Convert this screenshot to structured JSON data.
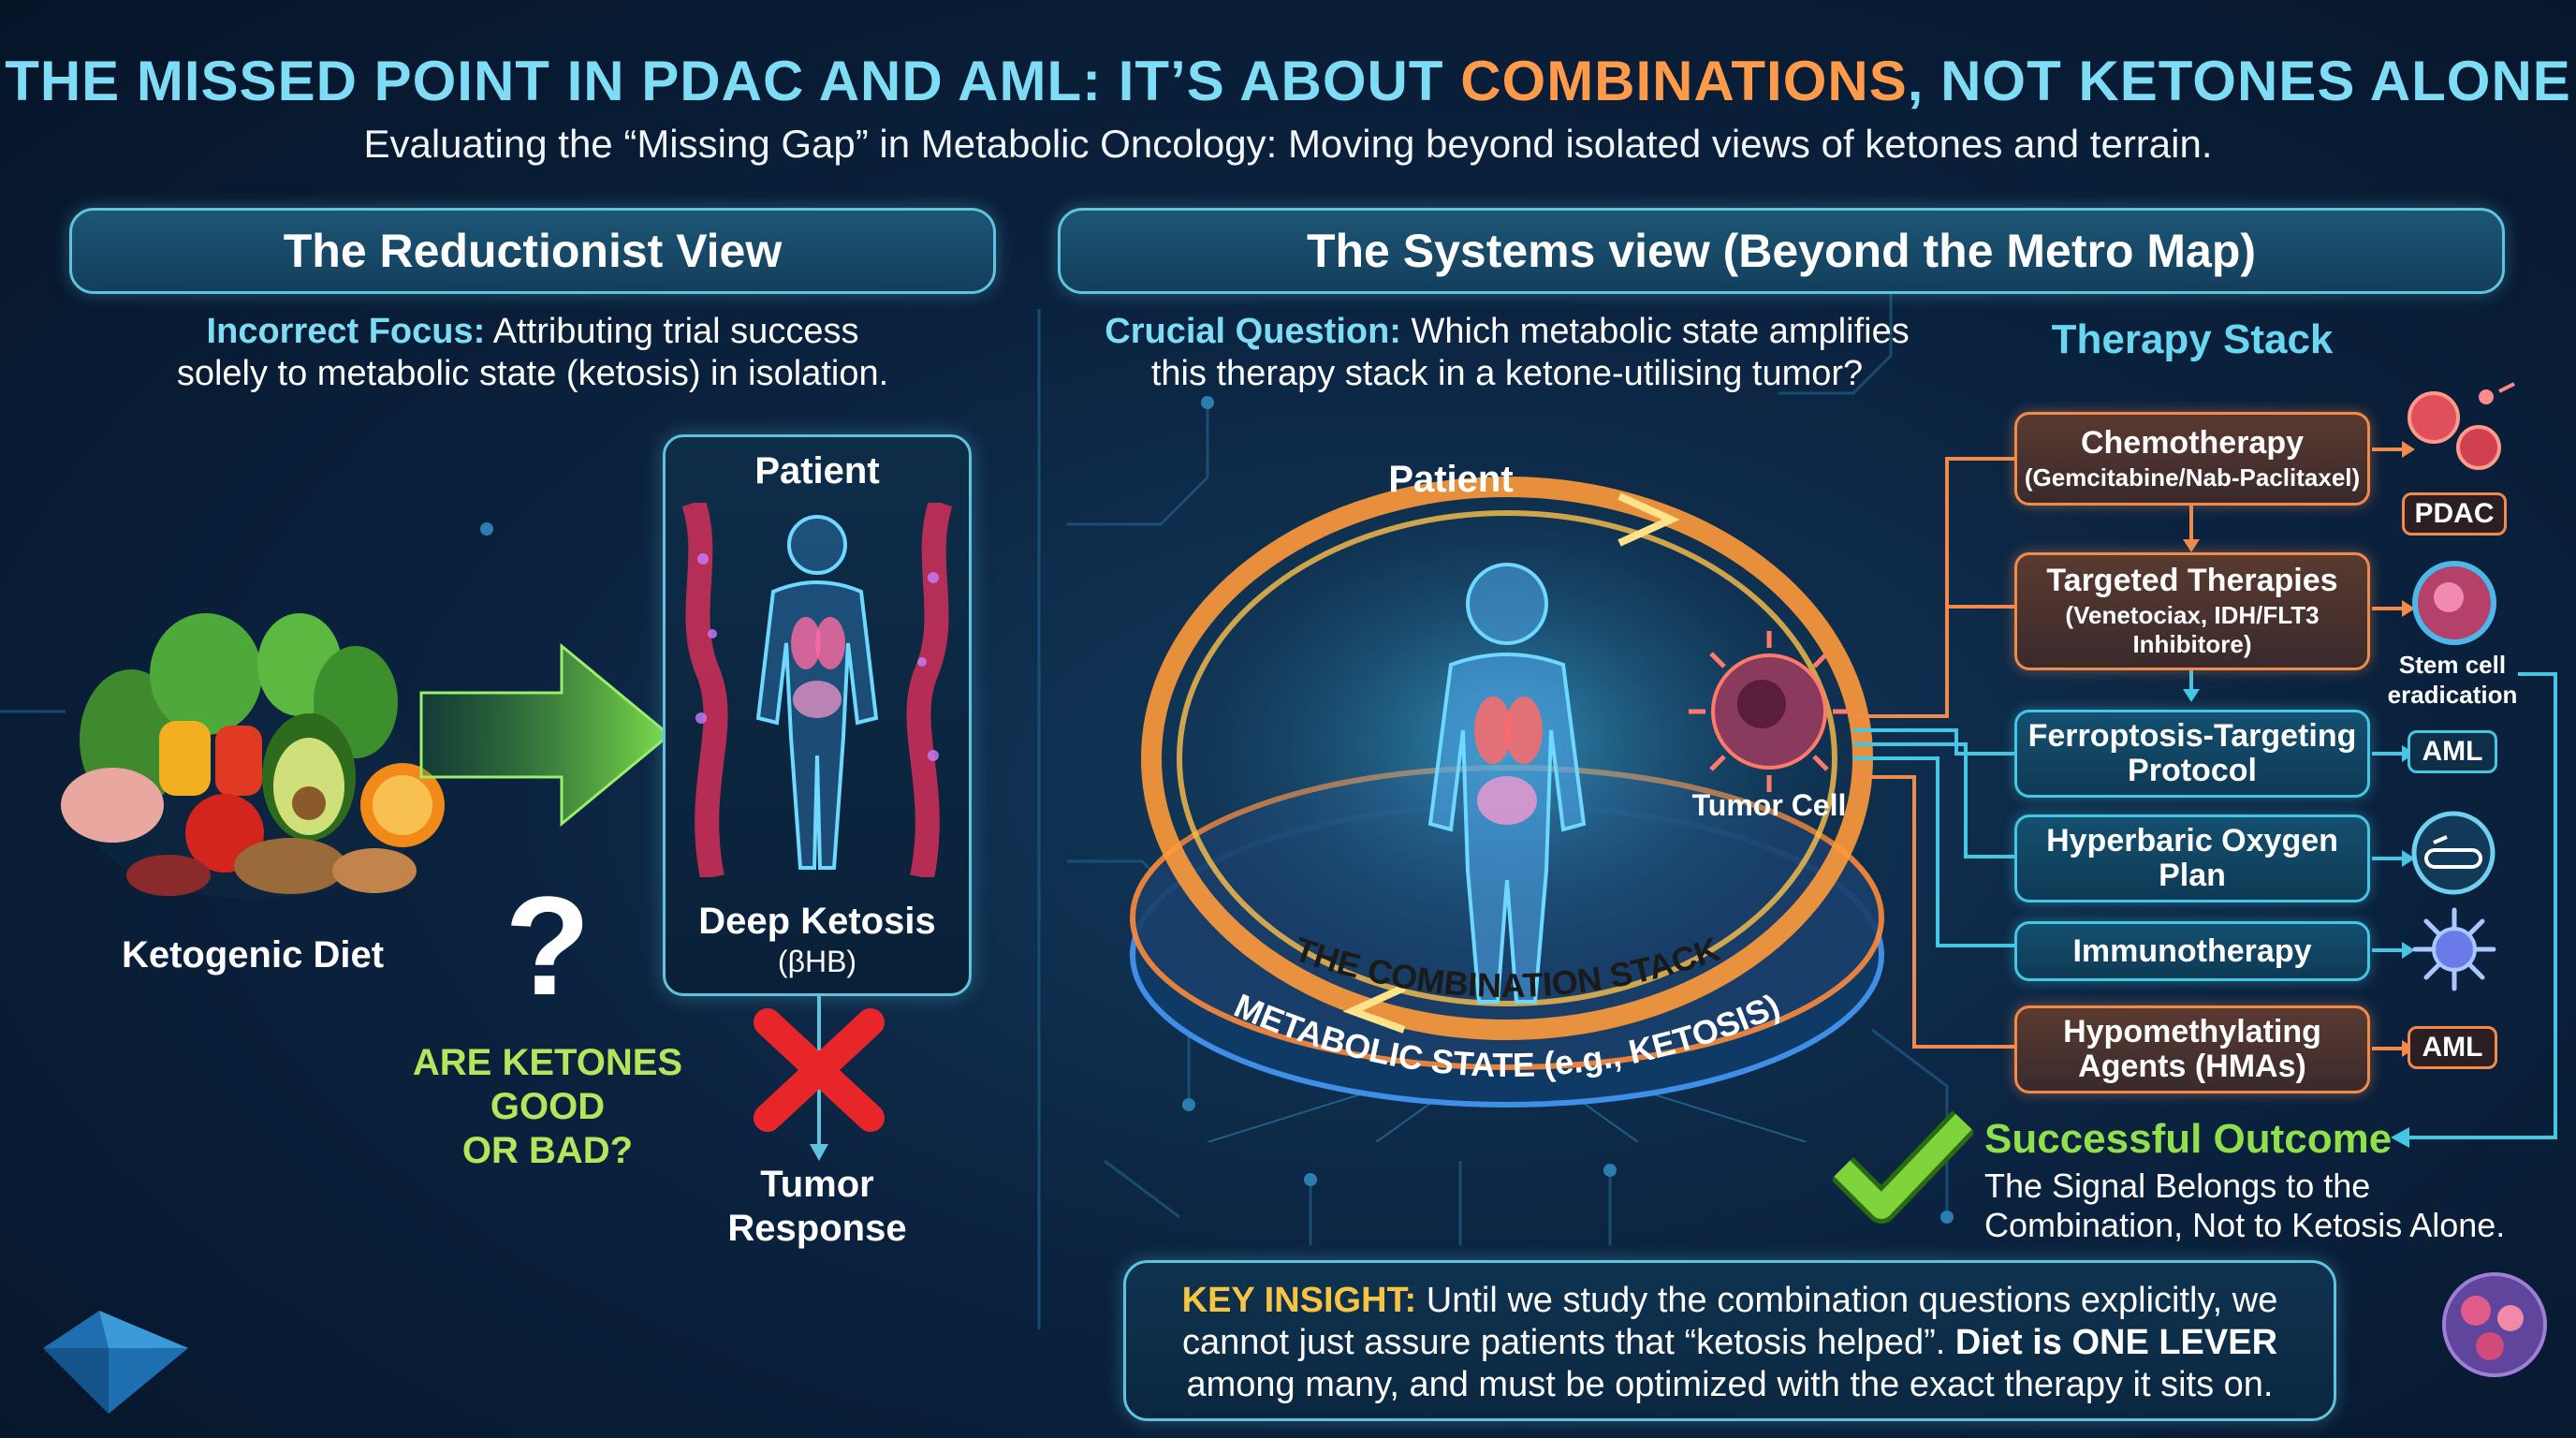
{
  "title": {
    "part1": "THE MISSED POINT IN PDAC AND AML: IT’S ABOUT ",
    "accent": "COMBINATIONS",
    "part2": ", NOT KETONES ALONE"
  },
  "subtitle": "Evaluating the “Missing Gap” in Metabolic Oncology: Moving beyond isolated views of ketones and terrain.",
  "left_panel": {
    "header": "The Reductionist View",
    "focus_label": "Incorrect Focus:",
    "focus_text_1": " Attributing trial success",
    "focus_text_2": "solely to metabolic state (ketosis) in isolation.",
    "diet_label": "Ketogenic Diet",
    "patient_label": "Patient",
    "ketosis_label": "Deep Ketosis",
    "ketosis_sub": "(βHB)",
    "question_mark": "?",
    "question_line_1": "ARE KETONES",
    "question_line_2": "GOOD",
    "question_line_3": "OR BAD?",
    "tumor_response_1": "Tumor",
    "tumor_response_2": "Response"
  },
  "right_panel": {
    "header": "The Systems view (Beyond the Metro Map)",
    "question_label": "Crucial Question:",
    "question_text_1": " Which metabolic state amplifies",
    "question_text_2": "this therapy stack in a ketone-utilising tumor?",
    "patient_label": "Patient",
    "ring_text_1": "THE COMBINATION STACK",
    "ring_text_2": "METABOLIC STATE (e.g., KETOSIS)",
    "tumor_cell_label": "Tumor Cell",
    "therapy_stack_title": "Therapy Stack",
    "therapies": [
      {
        "name": "Chemotherapy",
        "detail": "(Gemcitabine/Nab-Paclitaxel)"
      },
      {
        "name": "Targeted Therapies",
        "detail": "(Venetociax, IDH/FLT3 Inhibitore)"
      },
      {
        "name": "Ferroptosis-Targeting Protocol",
        "detail": ""
      },
      {
        "name": "Hyperbaric Oxygen Plan",
        "detail": ""
      },
      {
        "name": "Immunotherapy",
        "detail": ""
      },
      {
        "name": "Hypomethylating Agents (HMAs)",
        "detail": ""
      }
    ],
    "tags": {
      "pdac": "PDAC",
      "aml_1": "AML",
      "aml_2": "AML",
      "stem_cell_1": "Stem cell",
      "stem_cell_2": "eradication"
    },
    "outcome_title": "Successful Outcome",
    "outcome_text_1": "The Signal Belongs to the",
    "outcome_text_2": "Combination, Not to Ketosis Alone."
  },
  "key_insight": {
    "label": "KEY INSIGHT:",
    "text_1": " Until we study the combination questions explicitly, we cannot just assure patients that “ketosis helped”. ",
    "strong": "Diet is ONE LEVER",
    "text_2": " among many, and must be optimized with the exact therapy it sits on."
  },
  "colors": {
    "accent_orange": "#ff9a4a",
    "accent_cyan": "#7fdcf5",
    "accent_green": "#8fe04a",
    "accent_yellow": "#f7c542",
    "error_red": "#e8262a"
  }
}
